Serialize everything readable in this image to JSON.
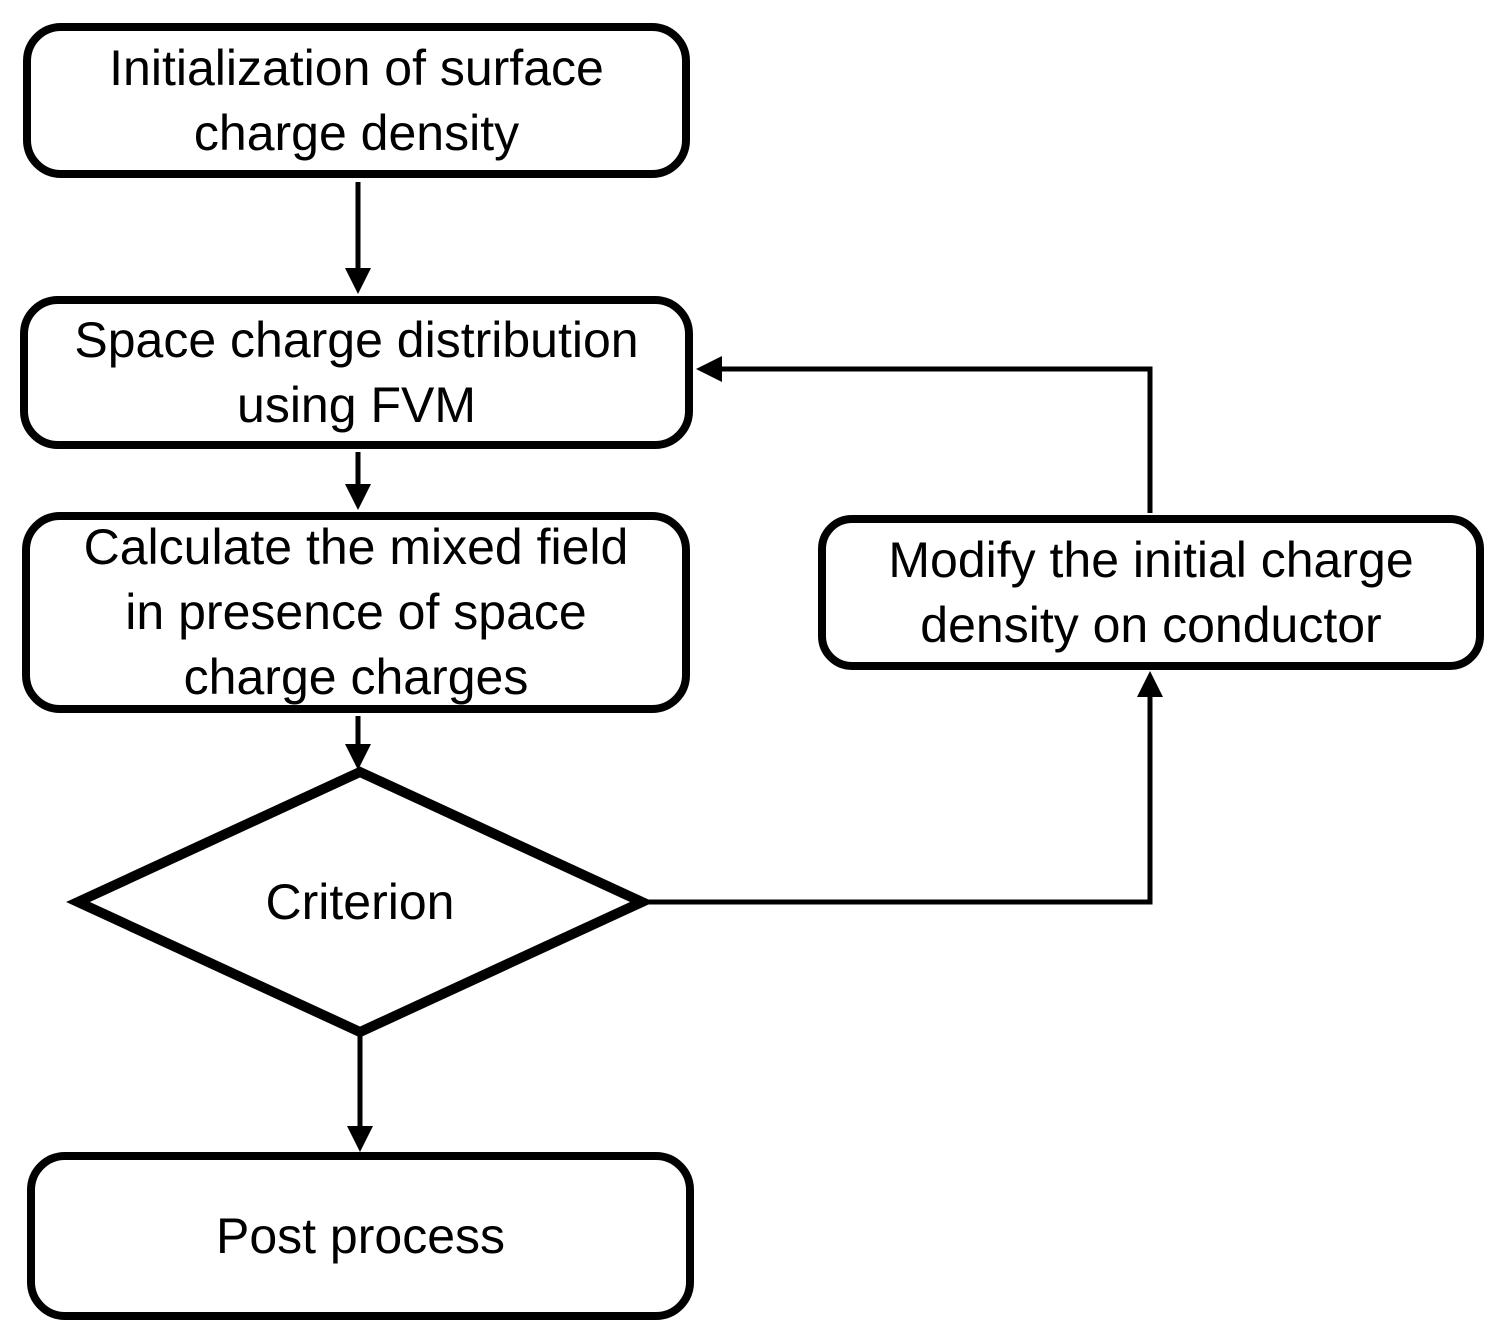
{
  "colors": {
    "background": "#ffffff",
    "ink": "#000000"
  },
  "nodes": {
    "init": {
      "lines": [
        "Initialization of surface",
        "charge density"
      ]
    },
    "fvm": {
      "lines": [
        "Space charge distribution",
        "using FVM"
      ]
    },
    "mixed_field": {
      "lines": [
        "Calculate the mixed field",
        "in presence of space",
        "charge charges"
      ]
    },
    "criterion": {
      "lines": [
        "Criterion"
      ]
    },
    "modify": {
      "lines": [
        "Modify the initial charge",
        "density on conductor"
      ]
    },
    "post": {
      "lines": [
        "Post process"
      ]
    }
  }
}
